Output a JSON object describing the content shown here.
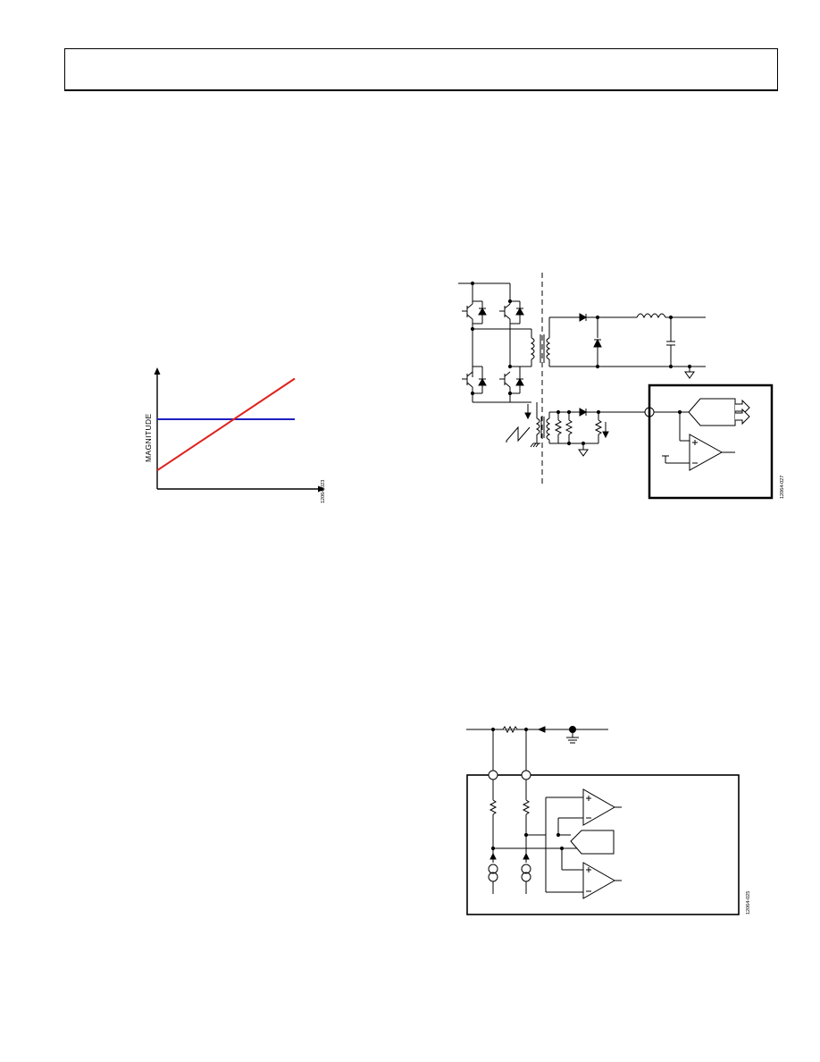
{
  "header": {
    "text": ""
  },
  "figure_magnitude": {
    "ylabel": "MAGNITUDE",
    "fig_id": "12064-023",
    "chart_data": {
      "type": "line",
      "title": "",
      "xlabel": "",
      "ylabel": "MAGNITUDE",
      "grid": false,
      "series": [
        {
          "color": "#1f1fbf",
          "kind": "constant",
          "x": [
            0,
            1
          ],
          "y": [
            0.6,
            0.6
          ]
        },
        {
          "color": "#e0201c",
          "kind": "linear",
          "x": [
            0,
            1
          ],
          "y": [
            0.16,
            0.95
          ]
        }
      ],
      "xlim": [
        0,
        1
      ],
      "ylim": [
        0,
        1
      ]
    }
  },
  "figure_power_supply": {
    "fig_id": "12064-027"
  },
  "figure_current_sense": {
    "fig_id": "12064-025"
  }
}
